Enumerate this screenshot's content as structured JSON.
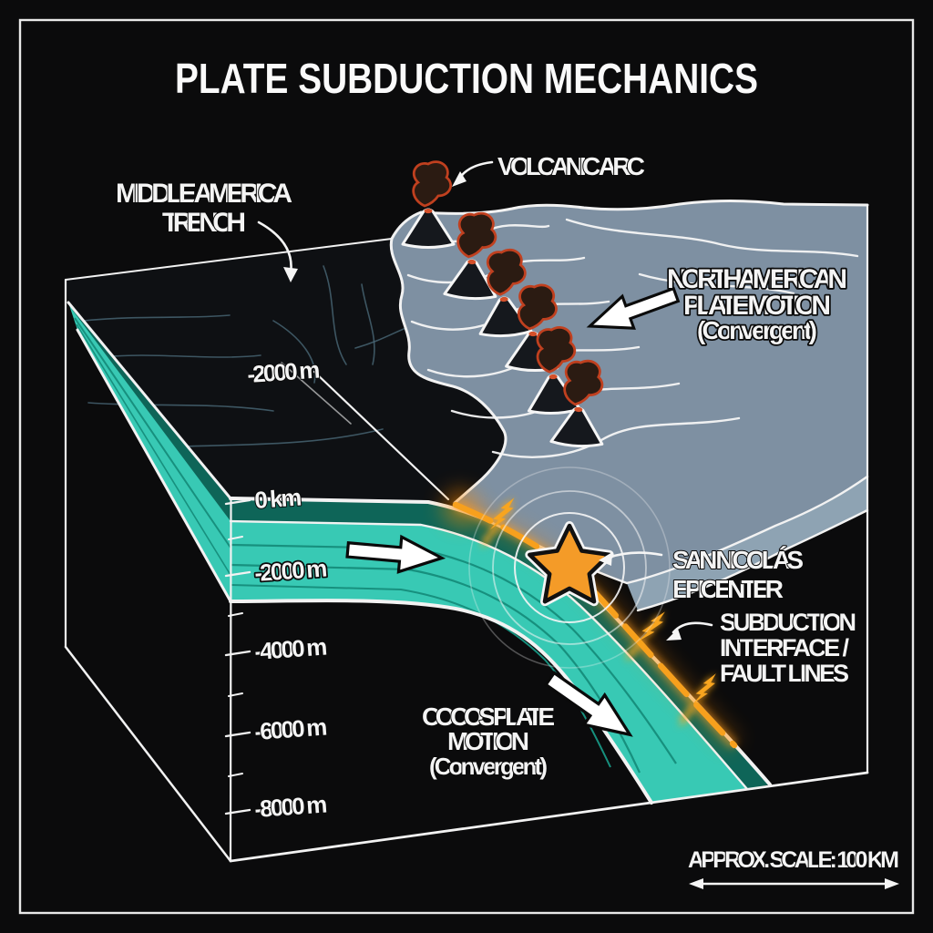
{
  "title": "PLATE SUBDUCTION MECHANICS",
  "annotations": {
    "trench": {
      "line1": "MIDDLE AMERICA",
      "line2": "TRENCH"
    },
    "volcanic_arc": {
      "label": "VOLCANIC ARC"
    },
    "north_american_plate": {
      "line1": "NORTH AMERICAN",
      "line2": "PLATE MOTION",
      "line3": "(Convergent)"
    },
    "epicenter": {
      "line1": "SAN NICOLÁS",
      "line2": "EPICENTER"
    },
    "subduction_interface": {
      "line1": "SUBDUCTION",
      "line2": "INTERFACE /",
      "line3": "FAULT LINES"
    },
    "cocos_plate": {
      "line1": "COCOS PLATE",
      "line2": "MOTION",
      "line3": "(Convergent)"
    }
  },
  "depth_axis": {
    "ocean_surface_label": "-2000 m",
    "ticks": [
      {
        "label": "0 km"
      },
      {
        "label": "-2000 m"
      },
      {
        "label": "-4000 m"
      },
      {
        "label": "-6000 m"
      },
      {
        "label": "-8000 m"
      }
    ]
  },
  "scale_bar": {
    "label": "APPROX. SCALE: 100 KM"
  },
  "features": {
    "volcano_count": 6,
    "plates": [
      "Cocos Plate (oceanic, subducting)",
      "North American Plate (continental, overriding)"
    ],
    "motion_type": "Convergent"
  },
  "colors": {
    "background": "#0b0b0c",
    "frame_line": "#e9e9e9",
    "oceanic_plate_teal": "#38c9b4",
    "oceanic_crust_dark": "#0e6558",
    "continental_plate_gray": "#7e90a2",
    "continental_side_gray": "#8ea3b3",
    "fault_orange": "#f7a01d",
    "epicenter_star_orange": "#f49b28",
    "volcano_smoke_outline": "#c0401f",
    "contour_blue": "#4d6d7e",
    "line_white": "#f2f2f2"
  }
}
